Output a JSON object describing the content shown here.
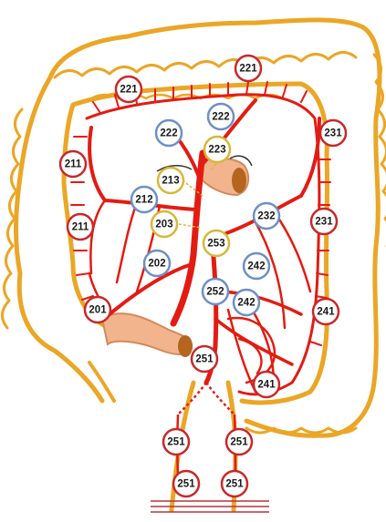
{
  "colors": {
    "colon": "#eba626",
    "artery": "#e31b12",
    "ring_red": "#c8282a",
    "ring_blue": "#6d8fc6",
    "ring_yellow": "#d6b83a",
    "intestine": "#f2b48c",
    "intestine_dark": "#b5651d"
  },
  "nodes": [
    {
      "label": "221",
      "tone": "red"
    },
    {
      "label": "221",
      "tone": "red"
    },
    {
      "label": "222",
      "tone": "blue"
    },
    {
      "label": "222",
      "tone": "blue"
    },
    {
      "label": "223",
      "tone": "yellow"
    },
    {
      "label": "231",
      "tone": "red"
    },
    {
      "label": "211",
      "tone": "red"
    },
    {
      "label": "213",
      "tone": "yellow"
    },
    {
      "label": "212",
      "tone": "blue"
    },
    {
      "label": "232",
      "tone": "blue"
    },
    {
      "label": "211",
      "tone": "red"
    },
    {
      "label": "203",
      "tone": "yellow"
    },
    {
      "label": "231",
      "tone": "red"
    },
    {
      "label": "253",
      "tone": "yellow"
    },
    {
      "label": "202",
      "tone": "blue"
    },
    {
      "label": "242",
      "tone": "blue"
    },
    {
      "label": "252",
      "tone": "blue"
    },
    {
      "label": "242",
      "tone": "blue"
    },
    {
      "label": "201",
      "tone": "red"
    },
    {
      "label": "241",
      "tone": "red"
    },
    {
      "label": "251",
      "tone": "red"
    },
    {
      "label": "241",
      "tone": "red"
    },
    {
      "label": "251",
      "tone": "red"
    },
    {
      "label": "251",
      "tone": "red"
    },
    {
      "label": "251",
      "tone": "red"
    },
    {
      "label": "251",
      "tone": "red"
    }
  ]
}
